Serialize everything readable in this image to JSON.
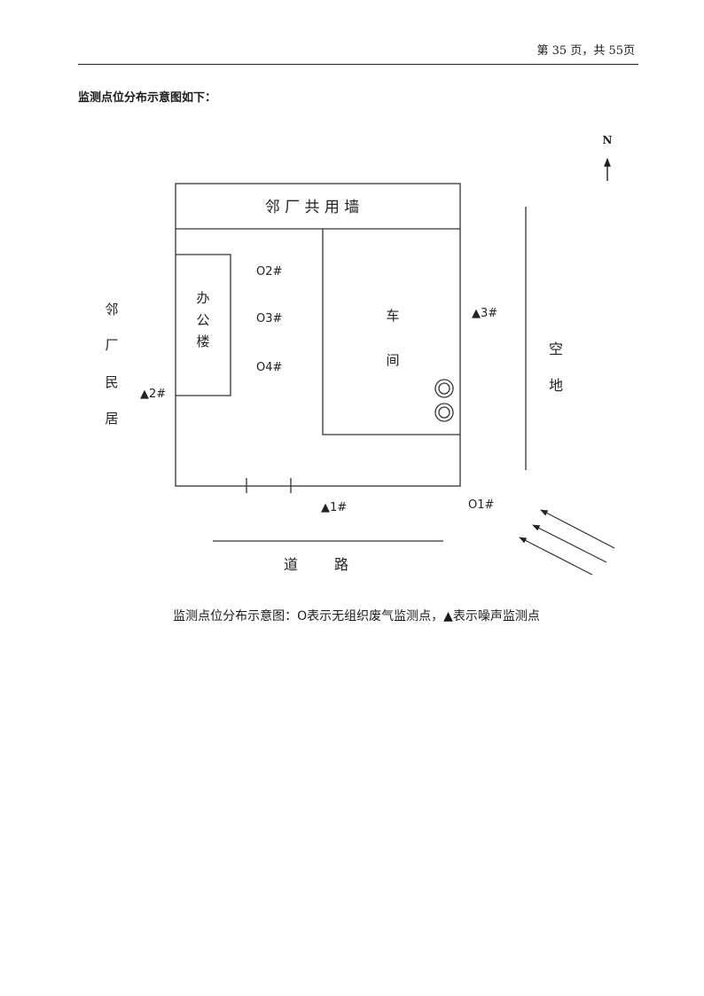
{
  "header": {
    "page_info": "第 35 页，共 55页"
  },
  "heading": "监测点位分布示意图如下：",
  "diagram": {
    "north": "N",
    "wall_label": "邻 厂 共 用 墙",
    "office": [
      "办",
      "公",
      "楼"
    ],
    "workshop": [
      "车",
      "间"
    ],
    "neighbor_residence": [
      "邻",
      "厂",
      "民",
      "居"
    ],
    "empty_land": [
      "空",
      "地"
    ],
    "road": [
      "道",
      "路"
    ],
    "gas_points": {
      "o1": "O1#",
      "o2": "O2#",
      "o3": "O3#",
      "o4": "O4#"
    },
    "noise_points": {
      "n1": "▲1#",
      "n2": "▲2#",
      "n3": "▲3#"
    }
  },
  "caption": "监测点位分布示意图：O表示无组织废气监测点，▲表示噪声监测点"
}
